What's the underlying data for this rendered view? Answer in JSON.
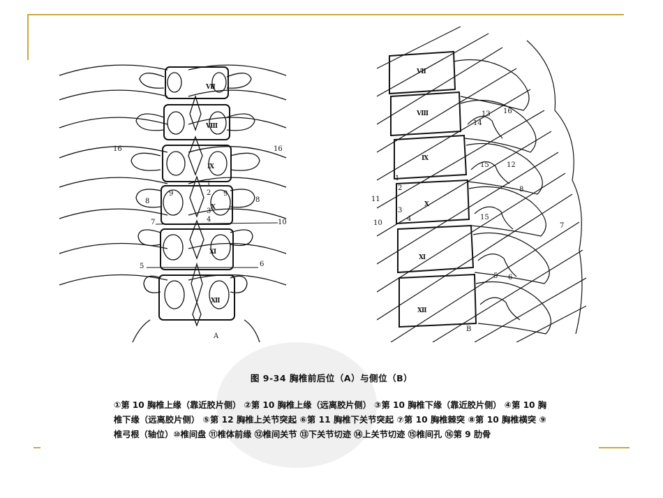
{
  "figure_a": {
    "panel_label": "A",
    "vertebrae": [
      "Ⅶ",
      "Ⅷ",
      "Ⅸ",
      "Ⅹ",
      "Ⅺ",
      "Ⅻ"
    ],
    "labels": {
      "n16_left": "16",
      "n16_right": "16",
      "n8_left": "8",
      "n8_right": "8",
      "n9_left": "9",
      "n9_right": "9",
      "n1": "1",
      "n2": "2",
      "n3": "3",
      "n4": "4",
      "n7": "7",
      "n10": "10",
      "n5": "5",
      "n6": "6"
    }
  },
  "figure_b": {
    "panel_label": "B",
    "vertebrae": [
      "Ⅶ",
      "Ⅷ",
      "Ⅸ",
      "Ⅹ",
      "Ⅺ",
      "Ⅻ"
    ],
    "labels": {
      "n13": "13",
      "n16": "16",
      "n14": "14",
      "n15a": "15",
      "n12": "12",
      "n1": "1",
      "n2": "2",
      "n8": "8",
      "n11": "11",
      "n3": "3",
      "n4": "4",
      "n10": "10",
      "n15b": "15",
      "n7": "7",
      "n5": "5",
      "n6": "6"
    }
  },
  "caption": "图 9-34   胸椎前后位（A）与侧位（B）",
  "legend": "①第 10 胸椎上缘（靠近胶片侧）   ②第 10 胸椎上缘（远离胶片侧）   ③第 10 胸椎下缘（靠近胶片侧）   ④第 10 胸椎下缘（远离胶片侧）   ⑤第 12 胸椎上关节突起   ⑥第 11 胸椎下关节突起   ⑦第 10 胸椎棘突   ⑧第 10 胸椎横突   ⑨椎弓根（轴位）⑩椎间盘   ⑪椎体前缘   ⑫椎间关节   ⑬下关节切迹   ⑭上关节切迹   ⑮椎间孔   ⑯第 9 肋骨",
  "colors": {
    "accent_line": "#c8a83a",
    "ink": "#111111"
  }
}
